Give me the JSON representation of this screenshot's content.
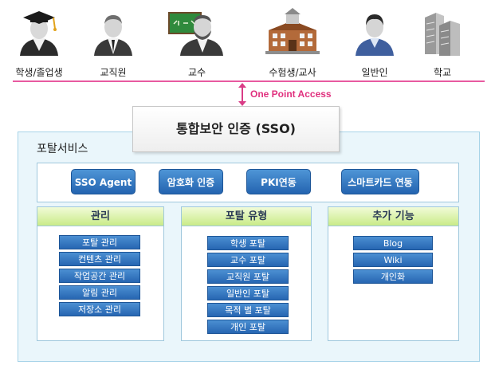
{
  "users": [
    {
      "label": "학생/졸업생",
      "icon": "graduate-icon"
    },
    {
      "label": "교직원",
      "icon": "staff-icon"
    },
    {
      "label": "교수",
      "icon": "professor-icon"
    },
    {
      "label": "수험생/교사",
      "icon": "school-building-icon"
    },
    {
      "label": "일반인",
      "icon": "person-icon"
    },
    {
      "label": "학교",
      "icon": "buildings-icon"
    }
  ],
  "access_label": "One Point Access",
  "sso_label": "통합보안 인증 (SSO)",
  "portal": {
    "title": "포탈서비스",
    "services": [
      "SSO Agent",
      "암호화 인증",
      "PKI연동",
      "스마트카드 연동"
    ],
    "panels": [
      {
        "title": "관리",
        "items": [
          "포탈 관리",
          "컨텐츠 관리",
          "작업공간 관리",
          "알림 관리",
          "저장소 관리"
        ]
      },
      {
        "title": "포탈 유형",
        "items": [
          "학생 포탈",
          "교수 포탈",
          "교직원 포탈",
          "일반인 포탈",
          "목적 별 포탈",
          "개인 포탈"
        ]
      },
      {
        "title": "추가 기능",
        "items": [
          "Blog",
          "Wiki",
          "개인화"
        ]
      }
    ]
  },
  "colors": {
    "accent": "#e0307e",
    "button": "#2766b2",
    "panel_bg": "#eaf6fb",
    "panel_head": "#c9eb88"
  }
}
